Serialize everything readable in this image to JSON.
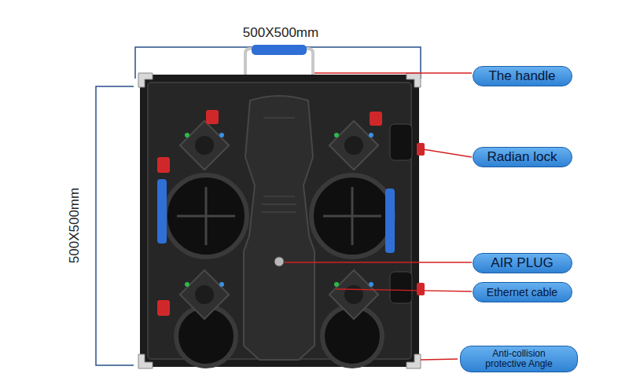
{
  "diagram": {
    "nodes": [
      {
        "text": [
          "The handle"
        ]
      },
      {
        "text": [
          "Radian lock"
        ]
      },
      {
        "text": [
          "AIR PLUG"
        ]
      },
      {
        "text": [
          "Ethernet cable"
        ]
      },
      {
        "text": [
          "Anti-collision protective Angle"
        ]
      }
    ],
    "labels": [
      "500X500mm",
      "500X500mm"
    ]
  }
}
